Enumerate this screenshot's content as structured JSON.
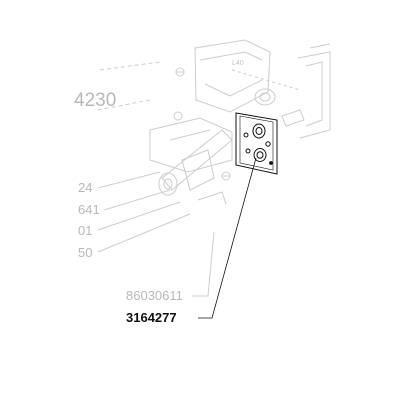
{
  "diagram": {
    "assembly_code_fragment": "4230",
    "callouts": [
      {
        "id": "cut-24",
        "text": "24"
      },
      {
        "id": "cut-641",
        "text": "641"
      },
      {
        "id": "cut-01",
        "text": "01"
      },
      {
        "id": "cut-50",
        "text": "50"
      },
      {
        "id": "ref-86030611",
        "text": "86030611"
      }
    ],
    "highlighted_part": {
      "text": "3164277"
    },
    "small_tag": "L40",
    "colors": {
      "faded_line": "#c8c8c8",
      "faded_text": "#b8b8b8",
      "highlight": "#111111",
      "background": "#ffffff"
    }
  }
}
